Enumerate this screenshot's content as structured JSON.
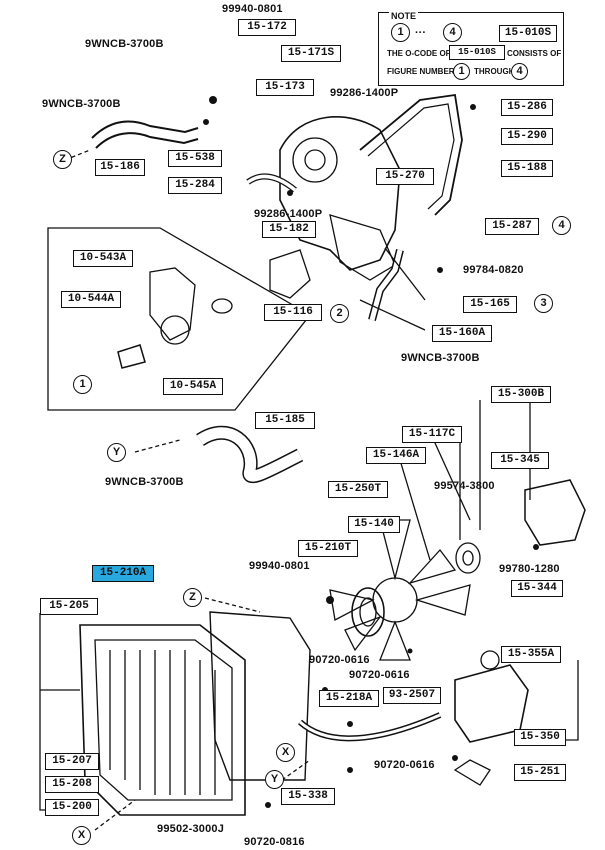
{
  "note": {
    "title": "NOTE",
    "circle1": "1",
    "dots": "···",
    "circle4": "4",
    "code": "15-010S",
    "line2a": "THE O-CODE OF",
    "line2b": "CONSISTS OF",
    "line3a": "FIGURE NUMBERS",
    "line3b": "THROUGH"
  },
  "part_boxes": {
    "b15_172": "15-172",
    "b15_171s": "15-171S",
    "b15_173": "15-173",
    "b15_186": "15-186",
    "b15_538": "15-538",
    "b15_284": "15-284",
    "b15_270": "15-270",
    "b15_286": "15-286",
    "b15_290": "15-290",
    "b15_188": "15-188",
    "b15_182": "15-182",
    "b15_287": "15-287",
    "b10_543a": "10-543A",
    "b10_544a": "10-544A",
    "b10_545a": "10-545A",
    "b15_116": "15-116",
    "b15_165": "15-165",
    "b15_160a": "15-160A",
    "b15_185": "15-185",
    "b15_300b": "15-300B",
    "b15_117c": "15-117C",
    "b15_146a": "15-146A",
    "b15_345": "15-345",
    "b15_250t": "15-250T",
    "b15_140": "15-140",
    "b15_210t": "15-210T",
    "b15_210a": "15-210A",
    "b15_344": "15-344",
    "b15_205": "15-205",
    "b15_355a": "15-355A",
    "b15_218a": "15-218A",
    "b93_2507": "93-2507",
    "b15_350": "15-350",
    "b15_207": "15-207",
    "b15_208": "15-208",
    "b15_200": "15-200",
    "b15_251": "15-251",
    "b15_338": "15-338"
  },
  "part_numbers": {
    "n99940_0801_top": "99940-0801",
    "n9wncb_1": "9WNCB-3700B",
    "n9wncb_2": "9WNCB-3700B",
    "n99286_1400p_top": "99286-1400P",
    "n99286_1400p_mid": "99286-1400P",
    "n99784_0820": "99784-0820",
    "n9wncb_3": "9WNCB-3700B",
    "n9wncb_4": "9WNCB-3700B",
    "n99574_3800": "99574-3800",
    "n99940_0801_mid": "99940-0801",
    "n99780_1280": "99780-1280",
    "n90720_0616_a": "90720-0616",
    "n90720_0616_b": "90720-0616",
    "n90720_0616_c": "90720-0616",
    "n99502_3000j": "99502-3000J",
    "n90720_0816": "90720-0816"
  },
  "callouts": {
    "z1": "Z",
    "z2": "Z",
    "y1": "Y",
    "y2": "Y",
    "x1": "X",
    "x2": "X",
    "c1": "1",
    "c2": "2",
    "c3": "3",
    "c4": "4"
  },
  "colors": {
    "highlight": "#29a8e0",
    "ink": "#111111"
  }
}
